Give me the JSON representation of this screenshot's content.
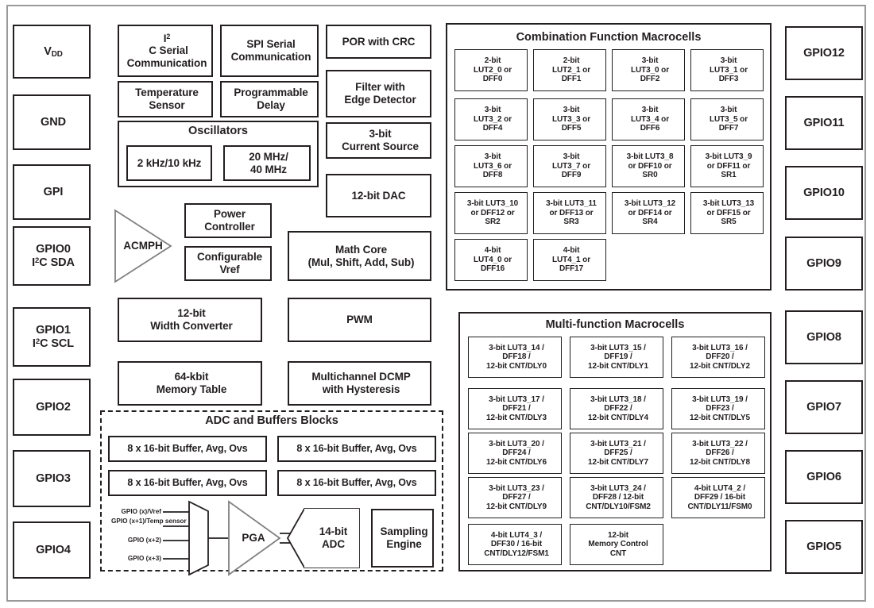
{
  "diagram": {
    "title": "GreenPAK-style mixed-signal device block diagram",
    "colors": {
      "outline_dark": "#231f20",
      "outline_gray": "#9a9a9a",
      "background": "#ffffff"
    }
  },
  "left_pins": [
    {
      "name": "pin-vdd",
      "lines": [
        "VDD"
      ]
    },
    {
      "name": "pin-gnd",
      "lines": [
        "GND"
      ]
    },
    {
      "name": "pin-gpi",
      "lines": [
        "GPI"
      ]
    },
    {
      "name": "pin-gpio0",
      "lines": [
        "GPIO0",
        "I2C SDA"
      ]
    },
    {
      "name": "pin-gpio1",
      "lines": [
        "GPIO1",
        "I2C SCL"
      ]
    },
    {
      "name": "pin-gpio2",
      "lines": [
        "GPIO2"
      ]
    },
    {
      "name": "pin-gpio3",
      "lines": [
        "GPIO3"
      ]
    },
    {
      "name": "pin-gpio4",
      "lines": [
        "GPIO4"
      ]
    }
  ],
  "right_pins": [
    {
      "name": "pin-gpio12",
      "label": "GPIO12"
    },
    {
      "name": "pin-gpio11",
      "label": "GPIO11"
    },
    {
      "name": "pin-gpio10",
      "label": "GPIO10"
    },
    {
      "name": "pin-gpio9",
      "label": "GPIO9"
    },
    {
      "name": "pin-gpio8",
      "label": "GPIO8"
    },
    {
      "name": "pin-gpio7",
      "label": "GPIO7"
    },
    {
      "name": "pin-gpio6",
      "label": "GPIO6"
    },
    {
      "name": "pin-gpio5",
      "label": "GPIO5"
    }
  ],
  "core_blocks": {
    "i2c_serial": "I2C Serial\nCommunication",
    "i2c_serial_l1": "I",
    "i2c_serial_sup": "2",
    "i2c_serial_l2": "C Serial",
    "i2c_serial_l3": "Communication",
    "spi_serial_l1": "SPI Serial",
    "spi_serial_l2": "Communication",
    "por_crc": "POR with CRC",
    "temp_sensor_l1": "Temperature",
    "temp_sensor_l2": "Sensor",
    "prog_delay_l1": "Programmable",
    "prog_delay_l2": "Delay",
    "filter_edge_l1": "Filter with",
    "filter_edge_l2": "Edge Detector",
    "oscillators_title": "Oscillators",
    "osc_lf": "2 kHz/10 kHz",
    "osc_hf_l1": "20 MHz/",
    "osc_hf_l2": "40 MHz",
    "current_source_l1": "3-bit",
    "current_source_l2": "Current Source",
    "dac": "12-bit DAC",
    "acmph": "ACMPH",
    "power_controller_l1": "Power",
    "power_controller_l2": "Controller",
    "config_vref_l1": "Configurable",
    "config_vref_l2": "Vref",
    "math_core_l1": "Math Core",
    "math_core_l2": "(Mul, Shift, Add, Sub)",
    "width_conv_l1": "12-bit",
    "width_conv_l2": "Width Converter",
    "pwm": "PWM",
    "memory_table_l1": "64-kbit",
    "memory_table_l2": "Memory Table",
    "dcmp_l1": "Multichannel DCMP",
    "dcmp_l2": "with Hysteresis"
  },
  "adc_section": {
    "title": "ADC and Buffers Blocks",
    "buffers": [
      "8 x 16-bit Buffer, Avg, Ovs",
      "8 x 16-bit Buffer, Avg, Ovs",
      "8 x 16-bit Buffer, Avg, Ovs",
      "8 x 16-bit Buffer, Avg, Ovs"
    ],
    "mux_inputs": [
      {
        "name": "mux-input-0",
        "lines": [
          "GPIO (x)/Vref"
        ]
      },
      {
        "name": "mux-input-1",
        "lines": [
          "GPIO (x+1)/",
          "Temp sensor"
        ]
      },
      {
        "name": "mux-input-2",
        "lines": [
          "GPIO (x+2)"
        ]
      },
      {
        "name": "mux-input-3",
        "lines": [
          "GPIO (x+3)"
        ]
      }
    ],
    "pga": "PGA",
    "adc_l1": "14-bit",
    "adc_l2": "ADC",
    "sampling_l1": "Sampling",
    "sampling_l2": "Engine"
  },
  "combination_macrocells": {
    "title": "Combination Function Macrocells",
    "cells": [
      {
        "lines": [
          "2-bit",
          "LUT2_0 or",
          "DFF0"
        ]
      },
      {
        "lines": [
          "2-bit",
          "LUT2_1 or",
          "DFF1"
        ]
      },
      {
        "lines": [
          "3-bit",
          "LUT3_0 or",
          "DFF2"
        ]
      },
      {
        "lines": [
          "3-bit",
          "LUT3_1 or",
          "DFF3"
        ]
      },
      {
        "lines": [
          "3-bit",
          "LUT3_2 or",
          "DFF4"
        ]
      },
      {
        "lines": [
          "3-bit",
          "LUT3_3 or",
          "DFF5"
        ]
      },
      {
        "lines": [
          "3-bit",
          "LUT3_4 or",
          "DFF6"
        ]
      },
      {
        "lines": [
          "3-bit",
          "LUT3_5 or",
          "DFF7"
        ]
      },
      {
        "lines": [
          "3-bit",
          "LUT3_6 or",
          "DFF8"
        ]
      },
      {
        "lines": [
          "3-bit",
          "LUT3_7 or",
          "DFF9"
        ]
      },
      {
        "lines": [
          "3-bit LUT3_8",
          "or DFF10 or",
          "SR0"
        ]
      },
      {
        "lines": [
          "3-bit LUT3_9",
          "or DFF11 or",
          "SR1"
        ]
      },
      {
        "lines": [
          "3-bit LUT3_10",
          "or DFF12 or",
          "SR2"
        ]
      },
      {
        "lines": [
          "3-bit LUT3_11",
          "or DFF13 or",
          "SR3"
        ]
      },
      {
        "lines": [
          "3-bit LUT3_12",
          "or DFF14 or",
          "SR4"
        ]
      },
      {
        "lines": [
          "3-bit LUT3_13",
          "or DFF15 or",
          "SR5"
        ]
      },
      {
        "lines": [
          "4-bit",
          "LUT4_0 or",
          "DFF16"
        ]
      },
      {
        "lines": [
          "4-bit",
          "LUT4_1 or",
          "DFF17"
        ]
      }
    ]
  },
  "multifunction_macrocells": {
    "title": "Multi-function Macrocells",
    "cells": [
      {
        "lines": [
          "3-bit LUT3_14 /",
          "DFF18 /",
          "12-bit CNT/DLY0"
        ]
      },
      {
        "lines": [
          "3-bit LUT3_15 /",
          "DFF19 /",
          "12-bit CNT/DLY1"
        ]
      },
      {
        "lines": [
          "3-bit LUT3_16 /",
          "DFF20 /",
          "12-bit CNT/DLY2"
        ]
      },
      {
        "lines": [
          "3-bit LUT3_17 /",
          "DFF21 /",
          "12-bit CNT/DLY3"
        ]
      },
      {
        "lines": [
          "3-bit LUT3_18 /",
          "DFF22 /",
          "12-bit CNT/DLY4"
        ]
      },
      {
        "lines": [
          "3-bit LUT3_19 /",
          "DFF23 /",
          "12-bit CNT/DLY5"
        ]
      },
      {
        "lines": [
          "3-bit LUT3_20 /",
          "DFF24 /",
          "12-bit CNT/DLY6"
        ]
      },
      {
        "lines": [
          "3-bit LUT3_21 /",
          "DFF25 /",
          "12-bit CNT/DLY7"
        ]
      },
      {
        "lines": [
          "3-bit LUT3_22 /",
          "DFF26 /",
          "12-bit CNT/DLY8"
        ]
      },
      {
        "lines": [
          "3-bit LUT3_23 /",
          "DFF27 /",
          "12-bit CNT/DLY9"
        ]
      },
      {
        "lines": [
          "3-bit LUT3_24 /",
          "DFF28 / 12-bit",
          "CNT/DLY10/FSM2"
        ]
      },
      {
        "lines": [
          "4-bit LUT4_2 /",
          "DFF29 / 16-bit",
          "CNT/DLY11/FSM0"
        ]
      },
      {
        "lines": [
          "4-bit LUT4_3 /",
          "DFF30 / 16-bit",
          "CNT/DLY12/FSM1"
        ]
      },
      {
        "lines": [
          "12-bit",
          "Memory Control",
          "CNT"
        ]
      }
    ]
  }
}
